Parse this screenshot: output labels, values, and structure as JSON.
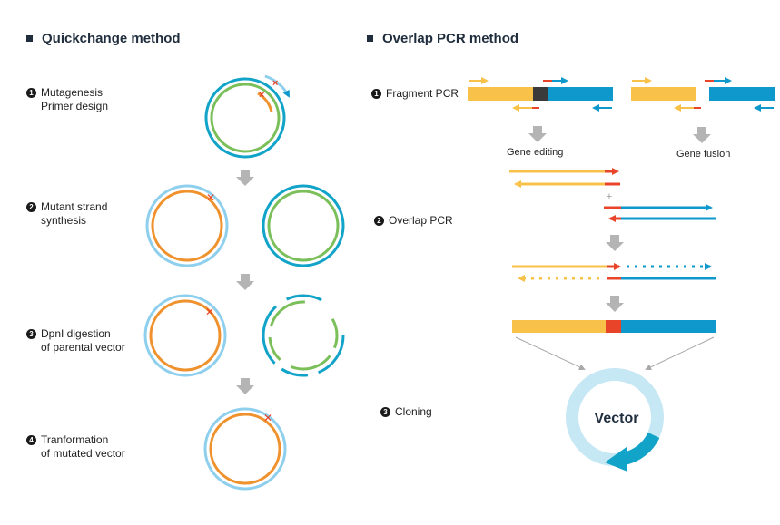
{
  "quickchange": {
    "title": "Quickchange method",
    "steps": [
      {
        "num": "1",
        "lines": [
          "Mutagenesis",
          "Primer design"
        ]
      },
      {
        "num": "2",
        "lines": [
          "Mutant strand",
          "synthesis"
        ]
      },
      {
        "num": "3",
        "lines": [
          "DpnI digestion",
          "of parental vector"
        ]
      },
      {
        "num": "4",
        "lines": [
          "Tranformation",
          "of mutated vector"
        ]
      }
    ]
  },
  "overlap": {
    "title": "Overlap PCR method",
    "steps": [
      {
        "num": "1",
        "label": "Fragment PCR"
      },
      {
        "num": "2",
        "label": "Overlap PCR"
      },
      {
        "num": "3",
        "label": "Cloning"
      }
    ],
    "branch_labels": {
      "left": "Gene editing",
      "right": "Gene fusion"
    },
    "plus_sign": "+",
    "vector_label": "Vector"
  },
  "colors": {
    "light_blue": "#8fcfee",
    "dark_teal": "#11a3c8",
    "green": "#7bbf5a",
    "orange": "#ef922e",
    "red": "#e8442a",
    "yellow": "#f8c24a",
    "blue": "#0f98cc",
    "dark_gray": "#3a3a3a",
    "arrow_gray": "#b4b4b4",
    "vector_ring": "#c6e7f4"
  }
}
